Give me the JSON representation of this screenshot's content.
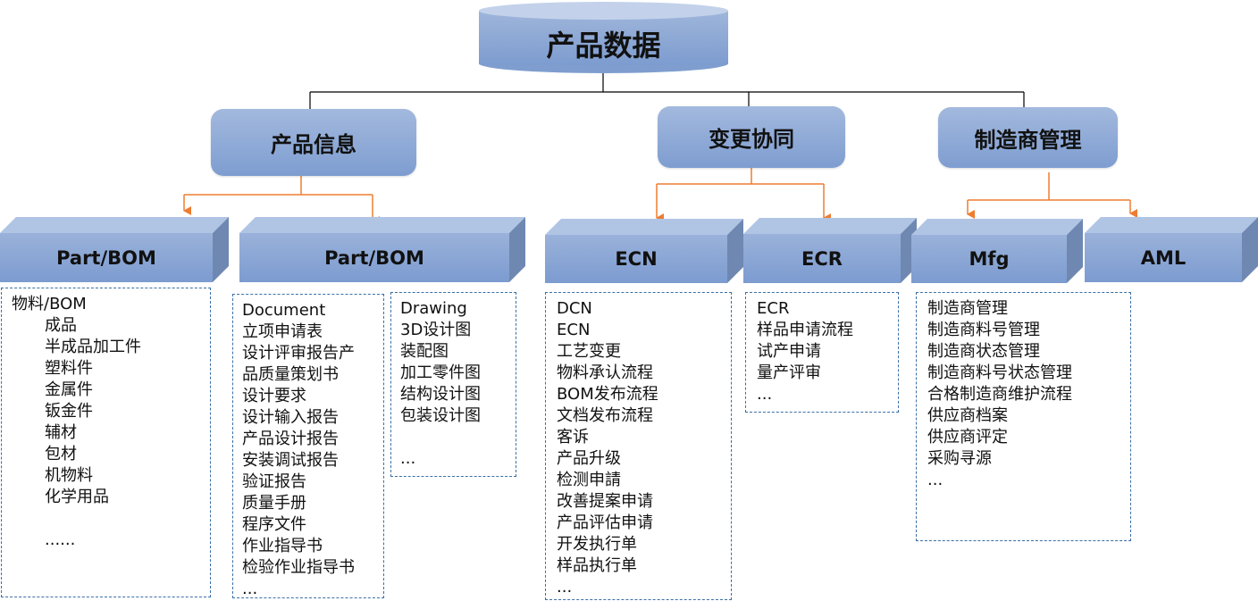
{
  "root": {
    "label": "产品数据"
  },
  "categories": [
    {
      "label": "产品信息"
    },
    {
      "label": "变更协同"
    },
    {
      "label": "制造商管理"
    }
  ],
  "modules": [
    {
      "label": "Part/BOM"
    },
    {
      "label": "Part/BOM"
    },
    {
      "label": "ECN"
    },
    {
      "label": "ECR"
    },
    {
      "label": "Mfg"
    },
    {
      "label": "AML"
    }
  ],
  "lists": {
    "bom": {
      "heading": "物料/BOM",
      "items": [
        "成品",
        "半成品加工件",
        "塑料件",
        "金属件",
        "钣金件",
        "辅材",
        "包材",
        "机物料",
        "化学用品",
        "",
        "......"
      ]
    },
    "document": {
      "items": [
        "Document",
        "立项申请表",
        "设计评审报告产",
        "品质量策划书",
        "设计要求",
        "设计输入报告",
        "产品设计报告",
        "安装调试报告",
        "验证报告",
        "质量手册",
        "程序文件",
        "作业指导书",
        "检验作业指导书",
        "..."
      ]
    },
    "drawing": {
      "items": [
        "Drawing",
        "3D设计图",
        "装配图",
        "加工零件图",
        "结构设计图",
        "包装设计图",
        "",
        "..."
      ]
    },
    "ecn": {
      "items": [
        "DCN",
        "ECN",
        "工艺变更",
        "物料承认流程",
        "BOM发布流程",
        "文档发布流程",
        "客诉",
        "产品升级",
        "检测申請",
        "改善提案申请",
        "产品评估申请",
        "开发执行单",
        "样品执行单",
        "..."
      ]
    },
    "ecr": {
      "items": [
        "ECR",
        "样品申请流程",
        "试产申请",
        "量产评审",
        "..."
      ]
    },
    "mfg": {
      "items": [
        "制造商管理",
        "制造商料号管理",
        "制造商状态管理",
        "制造商料号状态管理",
        "合格制造商维护流程",
        "供应商档案",
        "供应商评定",
        "采购寻源",
        "..."
      ]
    }
  },
  "colors": {
    "connector_black": "#000000",
    "connector_orange": "#ed7d31",
    "dash_border": "#3a6fa5"
  }
}
